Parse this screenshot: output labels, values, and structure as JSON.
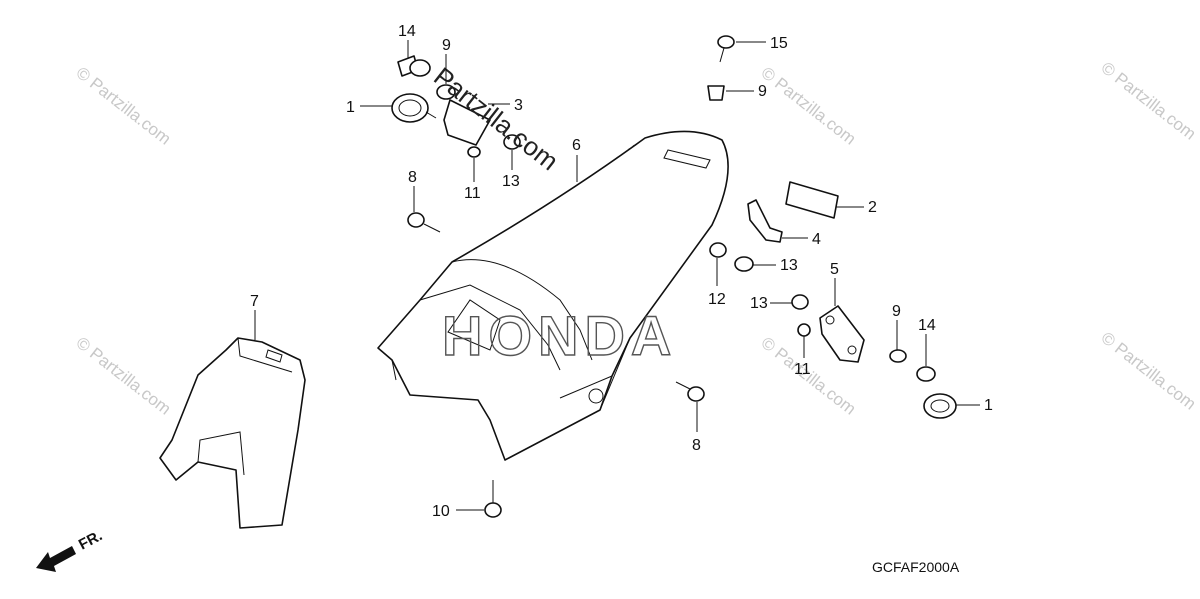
{
  "diagram_code": "GCFAF2000A",
  "direction_label": "FR.",
  "watermark_text": "© Partzilla.com",
  "brand_watermark": "Partzilla.com",
  "honda_watermark": "HONDA",
  "callouts": [
    {
      "id": "c14a",
      "label": "14"
    },
    {
      "id": "c9a",
      "label": "9"
    },
    {
      "id": "c1a",
      "label": "1"
    },
    {
      "id": "c3",
      "label": "3"
    },
    {
      "id": "c11a",
      "label": "11"
    },
    {
      "id": "c13a",
      "label": "13"
    },
    {
      "id": "c6",
      "label": "6"
    },
    {
      "id": "c8a",
      "label": "8"
    },
    {
      "id": "c15",
      "label": "15"
    },
    {
      "id": "c9b",
      "label": "9"
    },
    {
      "id": "c2",
      "label": "2"
    },
    {
      "id": "c4",
      "label": "4"
    },
    {
      "id": "c13b",
      "label": "13"
    },
    {
      "id": "c12",
      "label": "12"
    },
    {
      "id": "c5",
      "label": "5"
    },
    {
      "id": "c13c",
      "label": "13"
    },
    {
      "id": "c11b",
      "label": "11"
    },
    {
      "id": "c9c",
      "label": "9"
    },
    {
      "id": "c14b",
      "label": "14"
    },
    {
      "id": "c1b",
      "label": "1"
    },
    {
      "id": "c7",
      "label": "7"
    },
    {
      "id": "c8b",
      "label": "8"
    },
    {
      "id": "c10",
      "label": "10"
    }
  ]
}
